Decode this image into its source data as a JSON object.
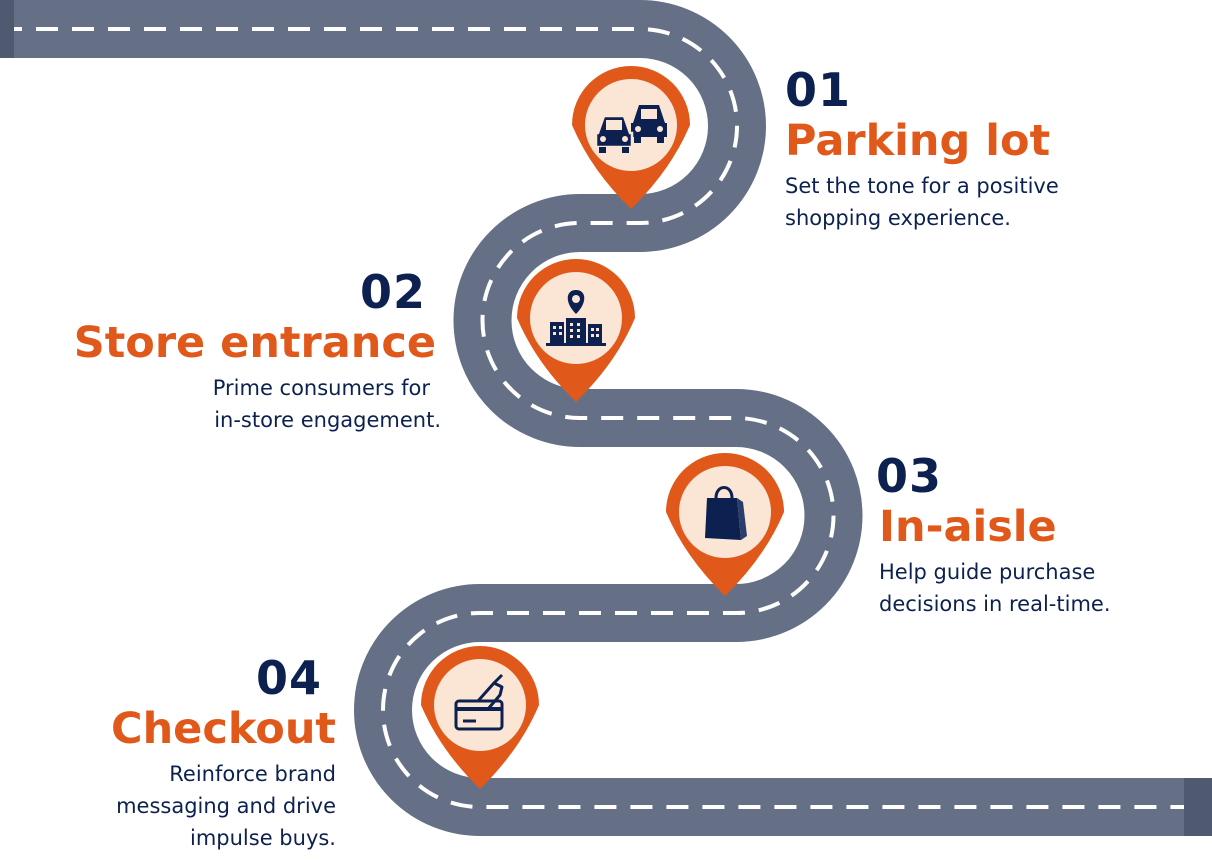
{
  "colors": {
    "road": "#657087",
    "road_end": "#4f5a71",
    "lane": "#ffffff",
    "number": "#0c2150",
    "title": "#e0591b",
    "description": "#0c2150",
    "pin_outer": "#e0591b",
    "pin_inner": "#fbe5d4",
    "icon": "#0c2150"
  },
  "steps": [
    {
      "number": "01",
      "title": "Parking lot",
      "description_lines": [
        "Set the tone for a positive",
        "shopping experience."
      ],
      "icon": "cars-icon"
    },
    {
      "number": "02",
      "title": "Store entrance",
      "description_lines": [
        "Prime consumers for",
        "in-store engagement."
      ],
      "icon": "store-location-icon"
    },
    {
      "number": "03",
      "title": "In-aisle",
      "description_lines": [
        "Help guide purchase",
        "decisions in real-time."
      ],
      "icon": "shopping-bag-icon"
    },
    {
      "number": "04",
      "title": "Checkout",
      "description_lines": [
        "Reinforce brand",
        "messaging and drive",
        "impulse buys."
      ],
      "icon": "card-payment-icon"
    }
  ]
}
